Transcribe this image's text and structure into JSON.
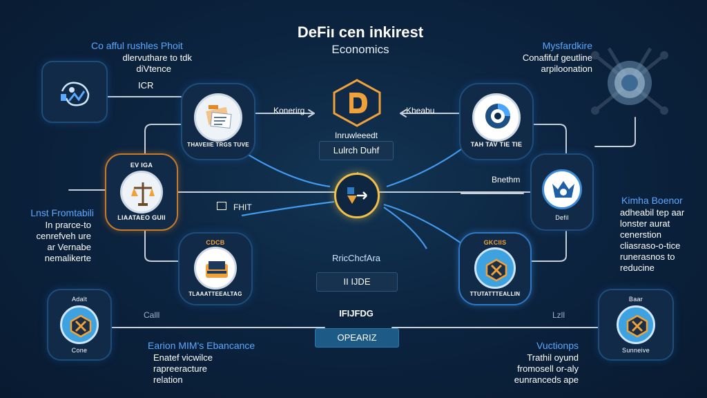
{
  "title": "DeFiı cen inkirest",
  "subtitle": "Economics",
  "top_left_note": {
    "heading": "Co afful rushles Phoit",
    "line1": "dlervuthare to tdk",
    "line2": "diVtence",
    "tag": "ICR"
  },
  "top_right_note": {
    "heading": "Mysfardkire",
    "line1": "Conafifuf geutline",
    "line2": "arpiloonation"
  },
  "left_note": {
    "heading": "Lnst Fromtabili",
    "lines": [
      "In prarce-to",
      "cenrefveh ure",
      "ar Vernabe",
      "nemalikerte"
    ]
  },
  "right_note": {
    "heading": "Kimha Boenor",
    "lines": [
      "adheabil tep aar",
      "lonster aurat",
      "cenerstion",
      "cliasraso-o-tice",
      "runerasnos to",
      "reducine"
    ]
  },
  "bottom_left_note": {
    "heading": "Earion MIM's Ebancance",
    "lines": [
      "Enatef vicwilce",
      "rapreeracture",
      "relation"
    ]
  },
  "bottom_right_note": {
    "heading": "Vuctionps",
    "lines": [
      "Trathil oyund",
      "fromosell or-aly",
      "eunranceds ape"
    ]
  },
  "edge_labels": {
    "left_arrow": "Konerirg",
    "right_arrow": "Kheabu",
    "right_side": "Bnethm",
    "small_box": "FHIT",
    "bottom_left": "Calll",
    "bottom_right": "Lzll"
  },
  "center": {
    "top_label1": "Inruwleeedt",
    "top_label2": "Lulrch Duhf",
    "mid_label": "RricChcfAra",
    "mid_pill": "II IJDE",
    "bottom_label": "IFIJFDG",
    "bottom_pill": "OPEARIZ"
  },
  "nodes": [
    {
      "id": "top-left-2",
      "label": "THAVEIIE TRGS TUVE"
    },
    {
      "id": "top-right-2",
      "label": "TAH TAV TIE TIE"
    },
    {
      "id": "mid-left",
      "label_top": "EV IGA",
      "label_bottom": "LIAATAEO GUII"
    },
    {
      "id": "mid-right",
      "label": "Defil"
    },
    {
      "id": "bottom-left-2",
      "label_top": "CDCB",
      "label_bottom": "TLAAATTEEALTAG"
    },
    {
      "id": "bottom-right-2",
      "label_top": "GKCIIS",
      "label_bottom": "TTUTATTTEALLIN"
    },
    {
      "id": "bottom-left-1",
      "label_top": "Adalt",
      "label_bottom": "Cone"
    },
    {
      "id": "bottom-right-1",
      "label_top": "Baar",
      "label_bottom": "Sunneive"
    }
  ],
  "colors": {
    "background": "#0c2440",
    "accent_orange": "#f0a23a",
    "accent_blue": "#4aa0ff",
    "line": "#c8d0da"
  },
  "icons": {
    "top_left_1": "chart-person-icon",
    "top_left_2": "documents-icon",
    "top_right_2": "donut-chart-icon",
    "mid_left": "wrench-scale-icon",
    "mid_right": "shield-crown-icon",
    "center": "play-hub-icon",
    "top_center": "d-logo-icon",
    "bottom_left_2": "wallet-card-icon",
    "bottom_right_2": "hex-shield-icon",
    "bottom_left_1": "x-hex-icon",
    "bottom_right_1": "x-hex-icon",
    "top_right_1": "globe-network-icon"
  }
}
